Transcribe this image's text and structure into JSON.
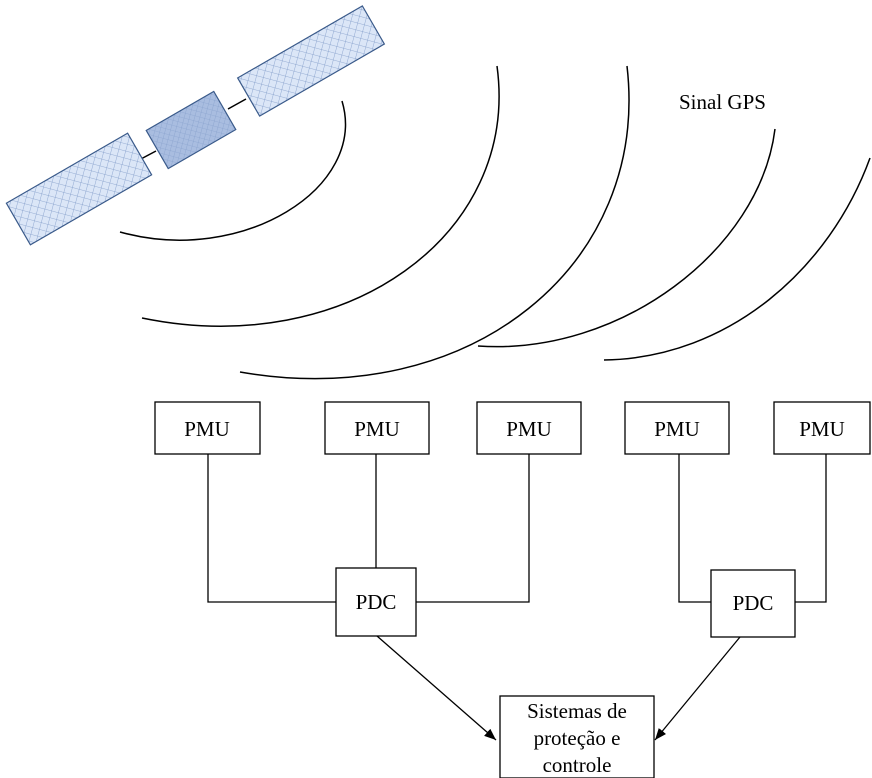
{
  "gps_label": "Sinal GPS",
  "pmu_label": "PMU",
  "pdc_label": "PDC",
  "system_label_lines": [
    "Sistemas de",
    "proteção e",
    "controle"
  ],
  "colors": {
    "panel_fill": "#dbe6f7",
    "body_fill": "#a9bde0",
    "hatch": "#7f9ac8",
    "line": "#000000"
  },
  "icons": [
    "satellite-icon"
  ]
}
